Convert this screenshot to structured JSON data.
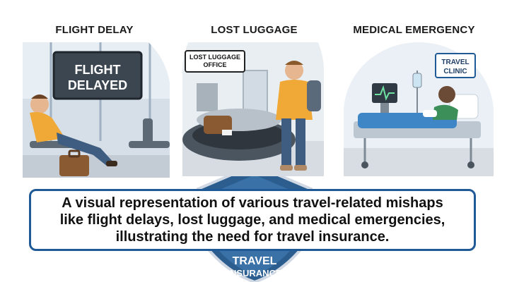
{
  "panels": [
    {
      "title": "FLIGHT DELAY",
      "sign": [
        "FLIGHT",
        "DELAYED"
      ]
    },
    {
      "title": "LOST LUGGAGE",
      "sign": [
        "LOST LUGGAGE",
        "OFFICE"
      ]
    },
    {
      "title": "MEDICAL EMERGENCY",
      "sign": [
        "TRAVEL",
        "CLINIC"
      ]
    }
  ],
  "caption": {
    "lines": [
      "A visual representation of various travel-related mishaps",
      "like flight delays, lost luggage, and medical emergencies,",
      "illustrating the need for travel insurance."
    ]
  },
  "shield": {
    "lines": [
      "TRAVEL",
      "INSURANCE"
    ]
  },
  "colors": {
    "accent": "#1f5a96",
    "shield": "#2b5d8f",
    "jacket": "#f0a836",
    "luggage": "#8a5a33",
    "scrubs": "#3d8f5a"
  }
}
